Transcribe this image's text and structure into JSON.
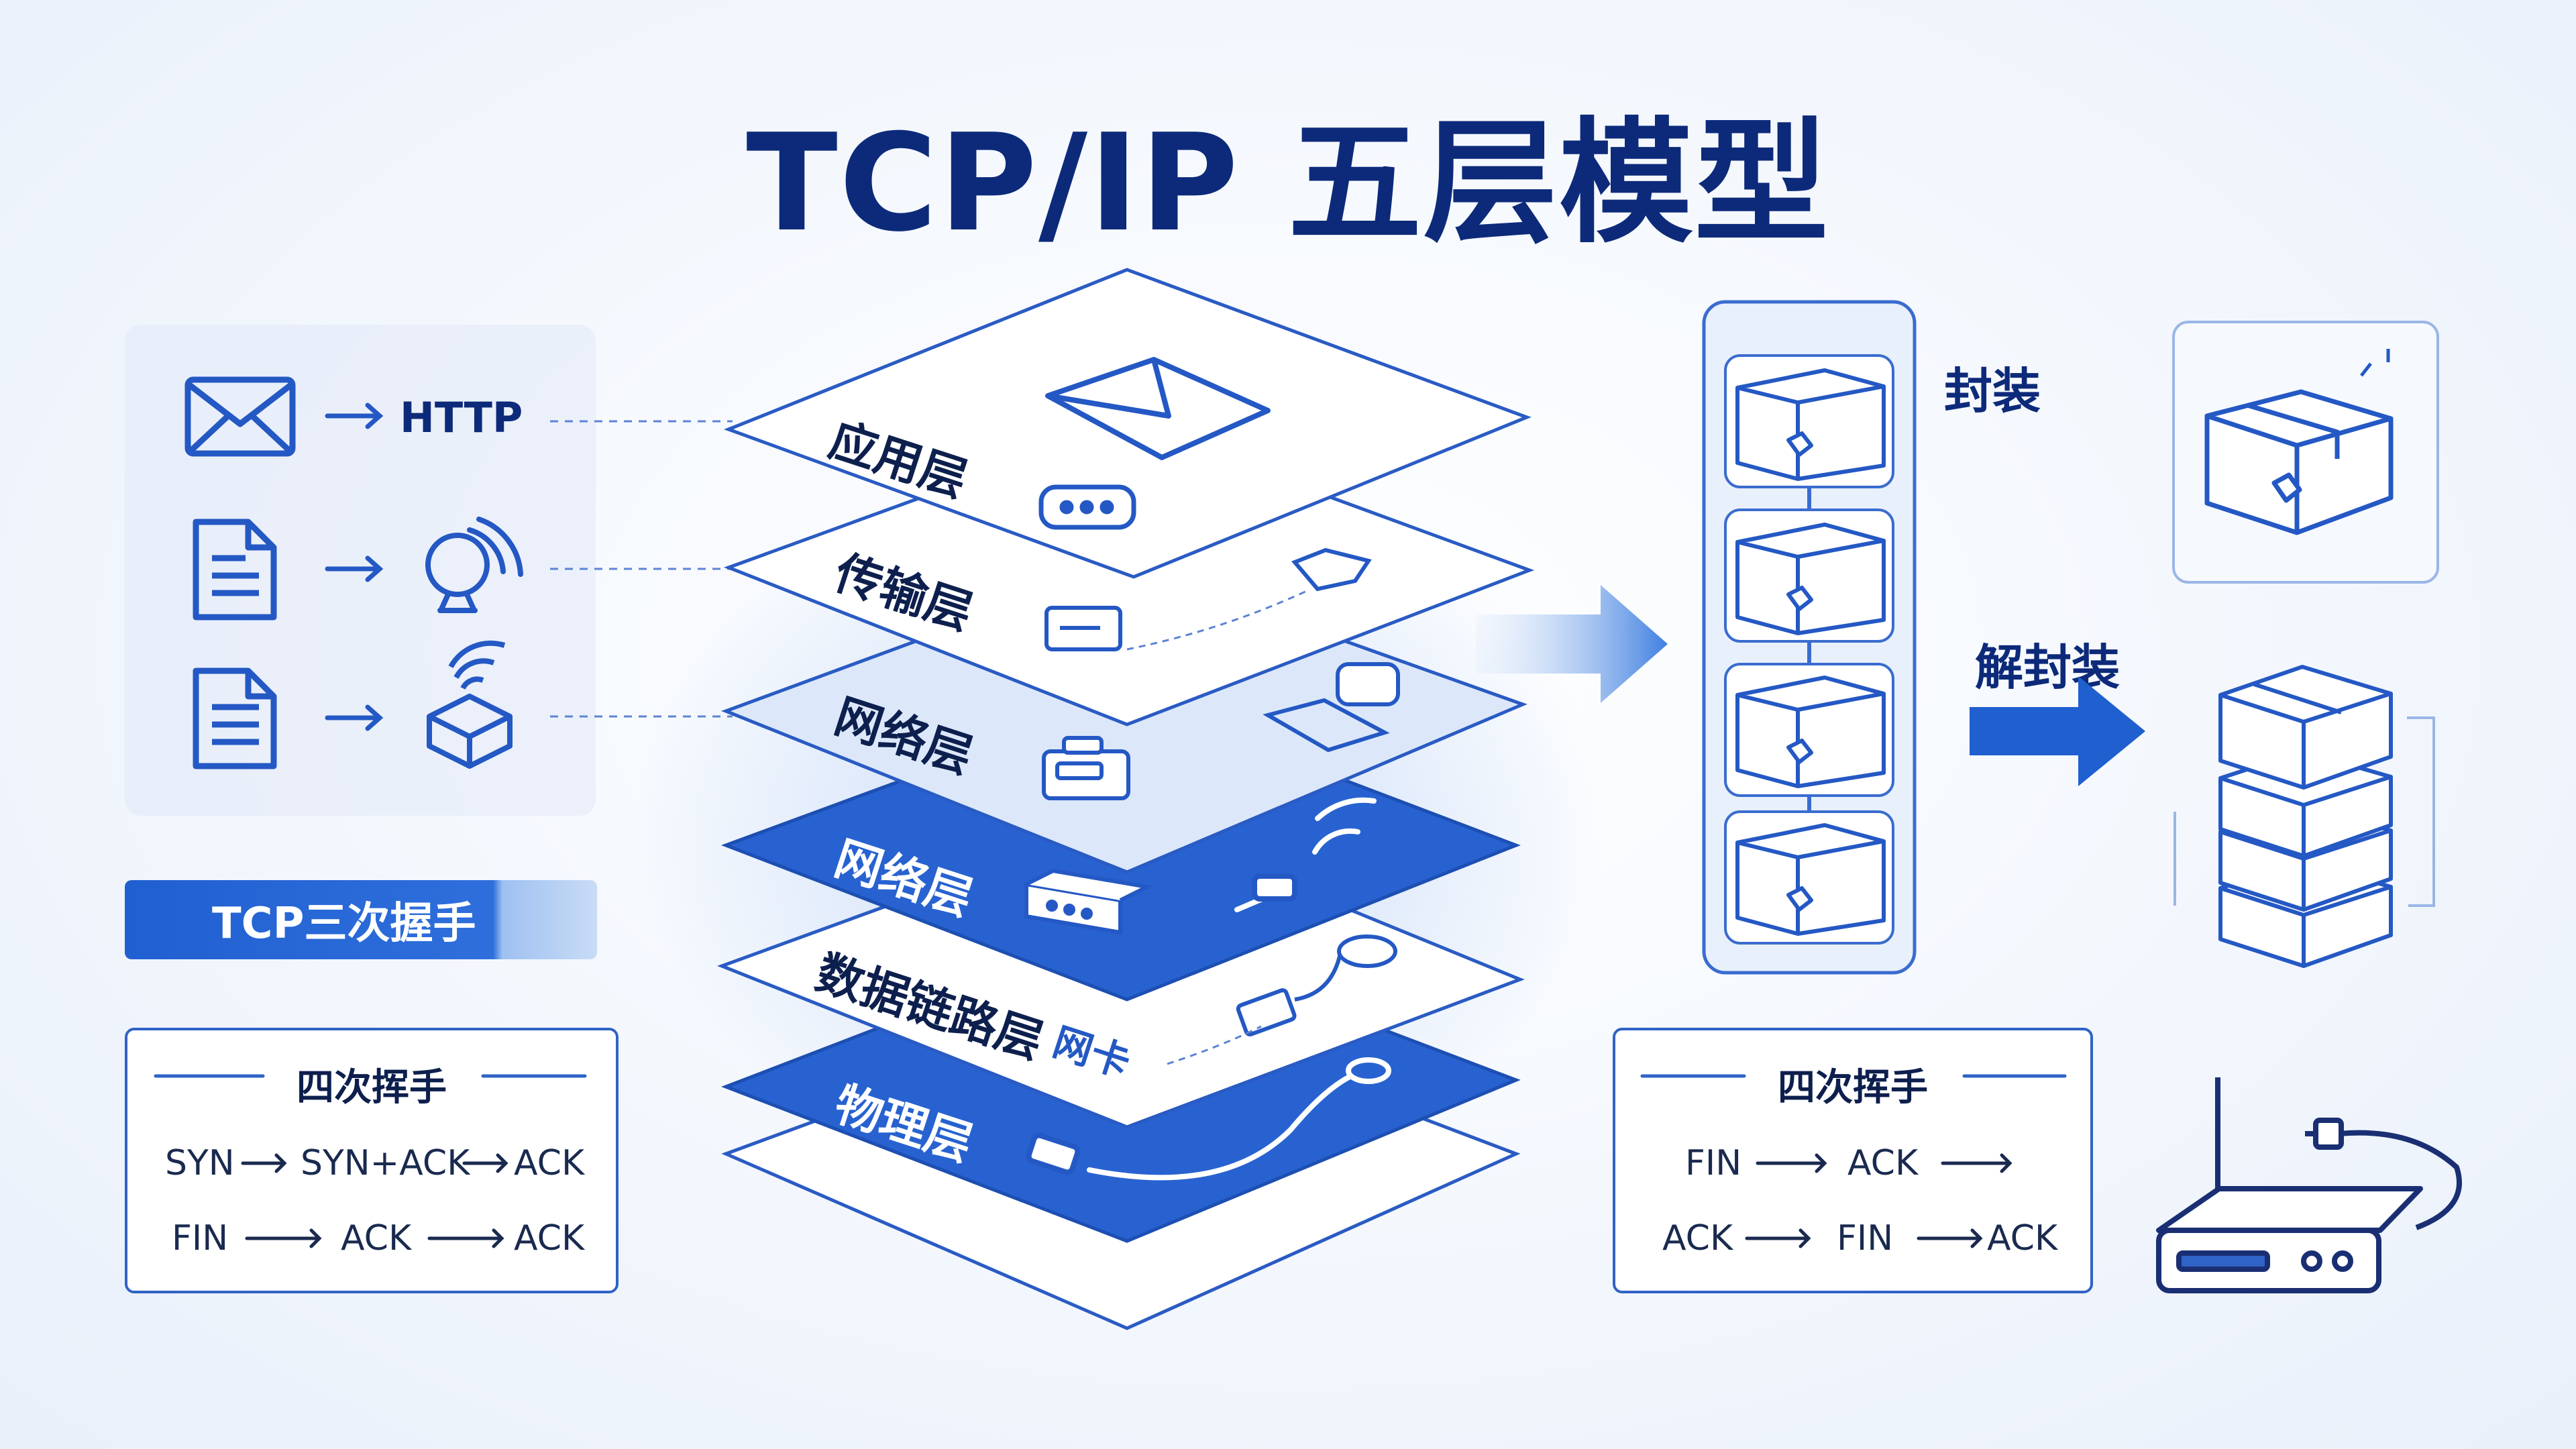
{
  "title": "TCP/IP 五层模型",
  "protocols": [
    {
      "icon": "mail-icon",
      "label": "HTTP"
    },
    {
      "icon": "document-icon",
      "label": ""
    },
    {
      "icon": "document-icon",
      "label": ""
    }
  ],
  "layers": [
    {
      "label": "应用层",
      "style": "light"
    },
    {
      "label": "传输层",
      "style": "light"
    },
    {
      "label": "网络层",
      "style": "pale"
    },
    {
      "label": "网络层",
      "style": "dark"
    },
    {
      "label": "数据链路层",
      "style": "light",
      "extra": "网卡"
    },
    {
      "label": "物理层",
      "style": "dark"
    }
  ],
  "tcp_handshake": {
    "label": "TCP三次握手"
  },
  "left_handshake": {
    "title": "四次挥手",
    "rows": [
      [
        "SYN",
        "SYN+ACK",
        "ACK"
      ],
      [
        "FIN",
        "ACK",
        "ACK"
      ]
    ]
  },
  "right_handshake": {
    "title": "四次挥手",
    "rows": [
      [
        "FIN",
        "ACK",
        ""
      ],
      [
        "ACK",
        "FIN",
        "ACK"
      ]
    ]
  },
  "encapsulate_label": "封装",
  "decapsulate_label": "解封装",
  "colors": {
    "title": "#0d2a7a",
    "accent": "#1f5fd0",
    "line": "#2f63c6",
    "pale": "#dce8fa"
  }
}
